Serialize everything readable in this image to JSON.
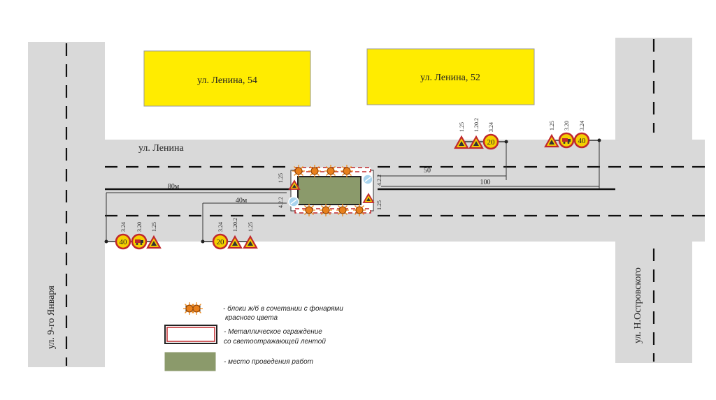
{
  "buildings": [
    {
      "label": "ул. Ленина, 54"
    },
    {
      "label": "ул. Ленина, 52"
    }
  ],
  "streets": {
    "main": "ул. Ленина",
    "left": "ул. 9-го Января",
    "right": "ул. Н.Островского"
  },
  "distances": {
    "d80": "80м",
    "d40": "40м",
    "d50": "50",
    "d100": "100"
  },
  "zone_sign_codes": {
    "left_top": "1.25",
    "left_bottom": "4.2.2",
    "right_top": "4.2.2",
    "right_bottom": "1.25"
  },
  "sign_groups": [
    {
      "codes": [
        "1.25",
        "1.20.2",
        "3.24"
      ],
      "speed": "20"
    },
    {
      "codes": [
        "1.25",
        "3.20",
        "3.24"
      ],
      "speed": "40"
    },
    {
      "codes": [
        "3.24",
        "3.20",
        "1.25"
      ],
      "speed": "40"
    },
    {
      "codes": [
        "3.24",
        "1.20.2",
        "1.25"
      ],
      "speed": "20"
    }
  ],
  "legend": {
    "blocks": "- блоки ж/б в сочетании с фонарями красного цвета",
    "blocks_line1": "- блоки ж/б в сочетании с фонарями",
    "blocks_line2": "красного цвета",
    "fence_line1": "- Металлическое ограждение",
    "fence_line2": "со светоотражающей лентой",
    "workzone": "- место проведения работ"
  },
  "colors": {
    "road": "#d9d9d9",
    "building": "#ffec00",
    "workzone": "#8b9a6b",
    "lamp": "#e8801c",
    "sign_red": "#c0282d",
    "sign_yellow": "#f5d000"
  }
}
